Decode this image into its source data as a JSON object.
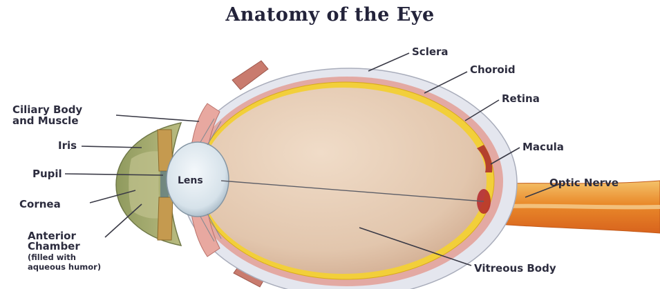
{
  "title": "Anatomy of the Eye",
  "labels": {
    "sclera": "Sclera",
    "choroid": "Choroid",
    "retina": "Retina",
    "macula": "Macula",
    "optic_nerve": "Optic Nerve",
    "vitreous_body": "Vitreous Body",
    "ciliary_body_line1": "Ciliary Body",
    "ciliary_body_line2": "and Muscle",
    "iris": "Iris",
    "pupil": "Pupil",
    "cornea": "Cornea",
    "anterior_chamber_line1": "Anterior",
    "anterior_chamber_line2": "Chamber",
    "anterior_chamber_line3": "(filled with",
    "anterior_chamber_line4": "aqueous humor)",
    "lens": "Lens"
  },
  "colors": {
    "sclera": "#e4e6ee",
    "choroid": "#e3a9a3",
    "retina": "#f2cf3a",
    "vitreous": "#e6cdb5",
    "cornea": "#a3ab72",
    "iris": "#c59a4f",
    "optic_nerve": "#e8892a",
    "lens": "#d9e6ef"
  }
}
